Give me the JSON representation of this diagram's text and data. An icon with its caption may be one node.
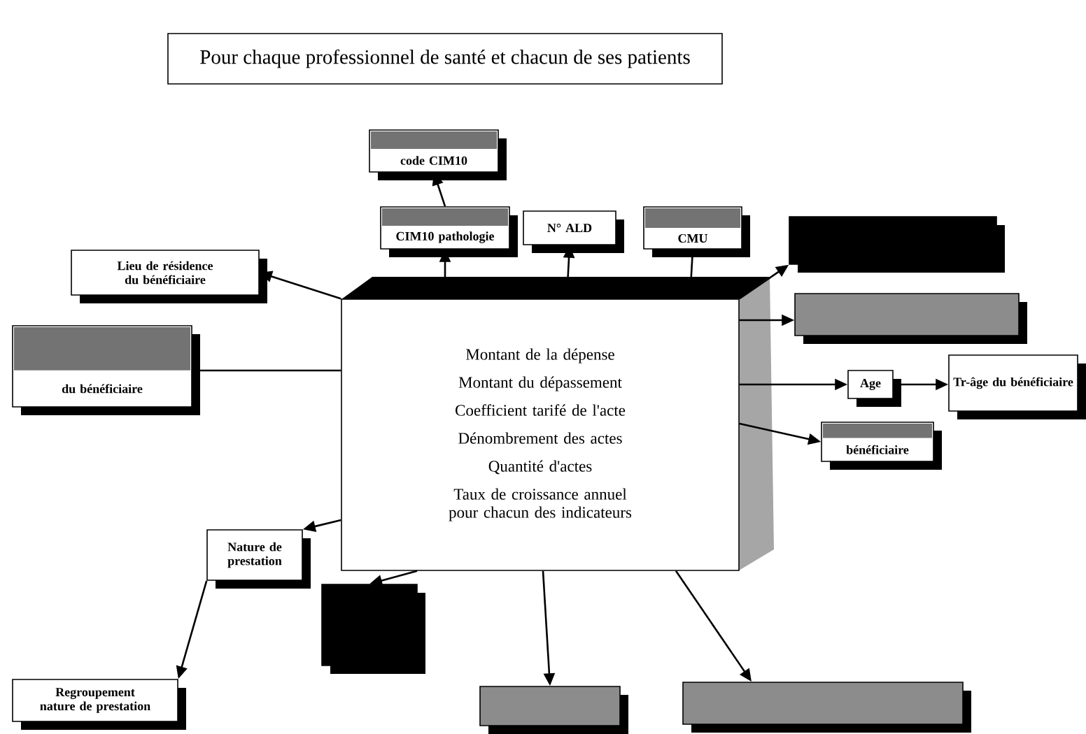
{
  "diagram": {
    "title": "Pour chaque professionnel de santé et chacun de ses patients",
    "nodes": [
      {
        "text": [
          "code CIM10"
        ]
      },
      {
        "text": [
          "CIM10 pathologie"
        ]
      },
      {
        "text": [
          "N° ALD"
        ]
      },
      {
        "text": [
          "CMU"
        ]
      },
      {
        "text": [
          "Lieu de résidence du bénéficiaire"
        ]
      },
      {
        "text": [],
        "shape": "box"
      },
      {
        "text": [
          "du bénéficiaire"
        ]
      },
      {
        "text": [
          "Montant de la dépense",
          "Montant du dépassement",
          "Coefficient tarifé de l'acte",
          "Dénombrement des actes",
          "Quantité d'actes",
          "Taux de croissance annuel pour chacun des indicateurs"
        ]
      },
      {
        "text": [],
        "shape": "box"
      },
      {
        "text": [
          "Age"
        ]
      },
      {
        "text": [
          "Tr-âge du bénéficiaire"
        ]
      },
      {
        "text": [
          "bénéficiaire"
        ]
      },
      {
        "text": [
          "Nature de prestation"
        ]
      },
      {
        "text": [],
        "shape": "box"
      },
      {
        "text": [
          "Regroupement nature de prestation"
        ]
      },
      {
        "text": [],
        "shape": "box"
      },
      {
        "text": [],
        "shape": "box"
      }
    ],
    "edges": [
      {
        "from": 7,
        "to": 1,
        "arrow": "to"
      },
      {
        "from": 1,
        "to": 0,
        "arrow": "to"
      },
      {
        "from": 7,
        "to": 2,
        "arrow": "to"
      },
      {
        "from": 7,
        "to": 3,
        "arrow": "none"
      },
      {
        "from": 7,
        "to": 4,
        "arrow": "to"
      },
      {
        "from": 7,
        "to": 5,
        "arrow": "to"
      },
      {
        "from": 7,
        "to": 6,
        "arrow": "none"
      },
      {
        "from": 7,
        "to": 8,
        "arrow": "to"
      },
      {
        "from": 7,
        "to": 9,
        "arrow": "to"
      },
      {
        "from": 9,
        "to": 10,
        "arrow": "to"
      },
      {
        "from": 7,
        "to": 11,
        "arrow": "to"
      },
      {
        "from": 7,
        "to": 12,
        "arrow": "to"
      },
      {
        "from": 12,
        "to": 14,
        "arrow": "to"
      },
      {
        "from": 7,
        "to": 13,
        "arrow": "to"
      },
      {
        "from": 7,
        "to": 15,
        "arrow": "to"
      },
      {
        "from": 7,
        "to": 16,
        "arrow": "to"
      }
    ]
  }
}
